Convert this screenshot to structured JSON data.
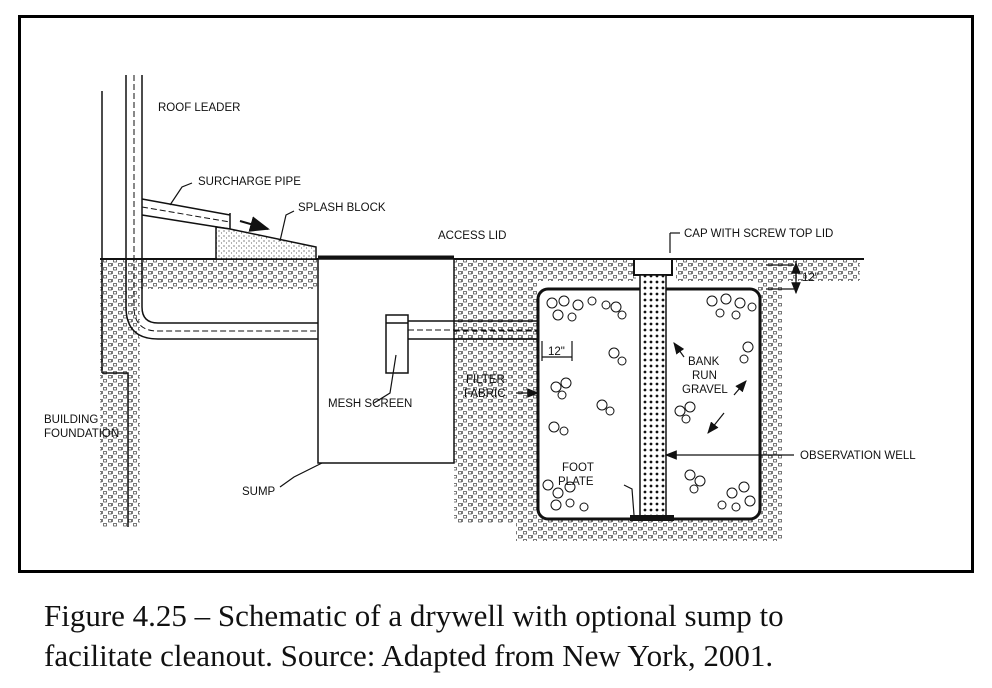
{
  "figure": {
    "caption_line1": "Figure 4.25 – Schematic of a drywell with optional sump to",
    "caption_line2": "facilitate cleanout. Source: Adapted from New York, 2001."
  },
  "labels": {
    "roof_leader": "ROOF LEADER",
    "surcharge_pipe": "SURCHARGE PIPE",
    "splash_block": "SPLASH BLOCK",
    "access_lid": "ACCESS LID",
    "cap_with_screw_top_lid": "CAP WITH SCREW TOP LID",
    "dim_12_top": "12\"",
    "dim_12_pipe": "12\"",
    "bank": "BANK",
    "run": "RUN",
    "gravel": "GRAVEL",
    "filter": "FILTER",
    "fabric": "FABRIC",
    "mesh_screen": "MESH SCREEN",
    "building": "BUILDING",
    "foundation": "FOUNDATION",
    "observation_well": "OBSERVATION WELL",
    "foot": "FOOT",
    "plate": "PLATE",
    "sump": "SUMP"
  },
  "colors": {
    "ink": "#111111",
    "frame": "#000000"
  }
}
